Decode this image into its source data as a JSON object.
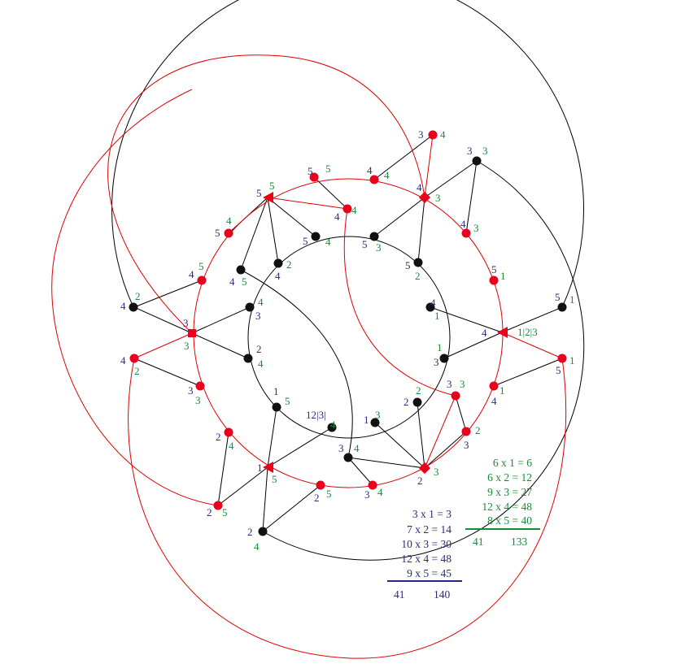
{
  "colors": {
    "black": "#000000",
    "red": "#e00000",
    "node_black": "#111111",
    "node_red": "#e8001c",
    "label_blue": "#2b2b7a",
    "label_green": "#1a8a3a",
    "rule_blue": "#26267a",
    "rule_green": "#1a8a3a"
  },
  "labels": [
    {
      "t": "3",
      "c": "blue"
    },
    {
      "t": "4",
      "c": "green"
    },
    {
      "t": "3",
      "c": "blue"
    },
    {
      "t": "3",
      "c": "green"
    },
    {
      "t": "4",
      "c": "blue"
    },
    {
      "t": "4",
      "c": "green"
    },
    {
      "t": "5",
      "c": "blue"
    },
    {
      "t": "5",
      "c": "green"
    },
    {
      "t": "4",
      "c": "blue"
    },
    {
      "t": "3",
      "c": "green"
    },
    {
      "t": "5",
      "c": "blue"
    },
    {
      "t": "5",
      "c": "green"
    },
    {
      "t": "4",
      "c": "blue"
    },
    {
      "t": "4",
      "c": "green"
    },
    {
      "t": "4",
      "c": "blue"
    },
    {
      "t": "2",
      "c": "green"
    },
    {
      "t": "5",
      "c": "blue"
    },
    {
      "t": "4",
      "c": "green"
    },
    {
      "t": "5",
      "c": "blue"
    },
    {
      "t": "4",
      "c": "green"
    },
    {
      "t": "5",
      "c": "blue"
    },
    {
      "t": "3",
      "c": "green"
    },
    {
      "t": "4",
      "c": "blue"
    },
    {
      "t": "3",
      "c": "green"
    },
    {
      "t": "4",
      "c": "blue"
    },
    {
      "t": "5",
      "c": "green"
    },
    {
      "t": "5",
      "c": "blue"
    },
    {
      "t": "2",
      "c": "green"
    },
    {
      "t": "5",
      "c": "blue"
    },
    {
      "t": "1",
      "c": "green"
    },
    {
      "t": "4",
      "c": "blue"
    },
    {
      "t": "5",
      "c": "green"
    },
    {
      "t": "4",
      "c": "blue"
    },
    {
      "t": "2",
      "c": "green"
    },
    {
      "t": "4",
      "c": "blue"
    },
    {
      "t": "1",
      "c": "green"
    },
    {
      "t": "5",
      "c": "blue"
    },
    {
      "t": "1",
      "c": "green"
    },
    {
      "t": "4",
      "c": "green"
    },
    {
      "t": "3",
      "c": "blue"
    },
    {
      "t": "3",
      "c": "blue"
    },
    {
      "t": "3",
      "c": "green"
    },
    {
      "t": "4",
      "c": "blue"
    },
    {
      "t": "1|2|3",
      "c": "green"
    },
    {
      "t": "4",
      "c": "blue"
    },
    {
      "t": "2",
      "c": "green"
    },
    {
      "t": "2",
      "c": "blue"
    },
    {
      "t": "4",
      "c": "green"
    },
    {
      "t": "1",
      "c": "green"
    },
    {
      "t": "3",
      "c": "blue"
    },
    {
      "t": "5",
      "c": "blue"
    },
    {
      "t": "1",
      "c": "green"
    },
    {
      "t": "3",
      "c": "blue"
    },
    {
      "t": "3",
      "c": "green"
    },
    {
      "t": "1",
      "c": "blue"
    },
    {
      "t": "5",
      "c": "green"
    },
    {
      "t": "4",
      "c": "blue"
    },
    {
      "t": "1",
      "c": "green"
    },
    {
      "t": "2",
      "c": "blue"
    },
    {
      "t": "2",
      "c": "green"
    },
    {
      "t": "3",
      "c": "blue"
    },
    {
      "t": "3",
      "c": "green"
    },
    {
      "t": "12|3|",
      "c": "blue"
    },
    {
      "t": "4",
      "c": "green"
    },
    {
      "t": "1",
      "c": "blue"
    },
    {
      "t": "3",
      "c": "green"
    },
    {
      "t": "2",
      "c": "blue"
    },
    {
      "t": "4",
      "c": "green"
    },
    {
      "t": "2",
      "c": "green"
    },
    {
      "t": "3",
      "c": "blue"
    },
    {
      "t": "3",
      "c": "blue"
    },
    {
      "t": "4",
      "c": "green"
    },
    {
      "t": "1",
      "c": "blue"
    },
    {
      "t": "5",
      "c": "green"
    },
    {
      "t": "2",
      "c": "blue"
    },
    {
      "t": "3",
      "c": "green"
    },
    {
      "t": "2",
      "c": "blue"
    },
    {
      "t": "5",
      "c": "green"
    },
    {
      "t": "3",
      "c": "blue"
    },
    {
      "t": "4",
      "c": "green"
    },
    {
      "t": "2",
      "c": "blue"
    },
    {
      "t": "5",
      "c": "green"
    },
    {
      "t": "2",
      "c": "blue"
    },
    {
      "t": "4",
      "c": "green"
    }
  ],
  "sum_blue": {
    "rows": [
      "3 x 1 =   3",
      "7 x 2 = 14",
      "10 x 3 = 30",
      "12 x 4 = 48",
      "9 x 5 = 45"
    ],
    "total_left": "41",
    "total_right": "140"
  },
  "sum_green": {
    "rows": [
      "6 x 1 =   6",
      "6 x 2 = 12",
      "9 x 3 = 27",
      "12 x 4 = 48",
      "8 x 5 = 40"
    ],
    "total_left": "41",
    "total_right": "133"
  }
}
